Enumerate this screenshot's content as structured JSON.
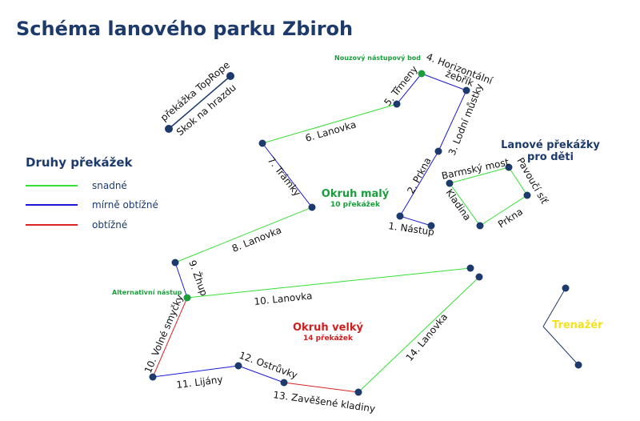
{
  "title": "Schéma lanového parku Zbiroh",
  "legend": {
    "title": "Druhy překážek",
    "items": [
      {
        "label": "snadné",
        "color": "#33e033"
      },
      {
        "label": "mírně obtížné",
        "color": "#1a1ad6"
      },
      {
        "label": "obtížné",
        "color": "#dd2222"
      }
    ]
  },
  "colors": {
    "node": "#1c3a6b",
    "node_special": "#1a9e3c",
    "title": "#1c3a6b",
    "small_circuit": "#1a9e3c",
    "large_circuit": "#d11f1f",
    "trainer": "#f2e21a"
  },
  "labels": {
    "toprope": "překážka TopRope",
    "skok": "Skok na hrazdu",
    "emergency_entry": "Nouzový nástupový bod",
    "alt_entry": "Alternativní nástup",
    "o1": "1. Nástup",
    "o2": "2. Prkna",
    "o3": "3. Lodní můstky",
    "o4a": "4. Horizontální",
    "o4b": "žebřík",
    "o5": "5. Třmeny",
    "o6": "6. Lanovka",
    "o7": "7. Trámky",
    "o8": "8. Lanovka",
    "o9": "9. Žhup",
    "o10a": "10. Volné smyčky",
    "o10b": "10. Lanovka",
    "o11": "11. Lijány",
    "o12": "12. Ostrůvky",
    "o13": "13. Zavěšené kladiny",
    "o14": "14. Lanovka",
    "small_circuit": "Okruh malý",
    "small_circuit_count": "10 překážek",
    "large_circuit": "Okruh velký",
    "large_circuit_count": "14 překážek",
    "kids_title_1": "Lanové překážky",
    "kids_title_2": "pro děti",
    "kid_barmsky": "Barmský most",
    "kid_pavouci": "Pavoučí síť",
    "kid_kladina": "Kladina",
    "kid_prkna": "Prkna",
    "trainer": "Trenažér"
  }
}
